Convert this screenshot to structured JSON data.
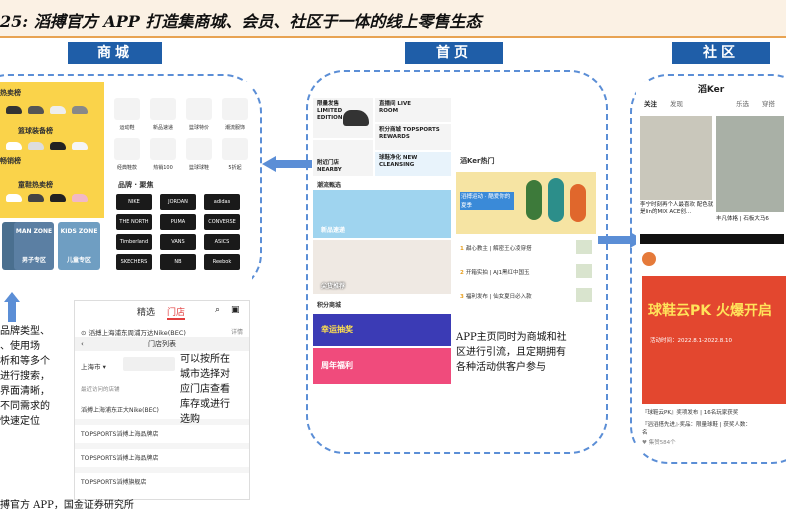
{
  "figure": {
    "title": "25: 滔搏官方 APP 打造集商城、会员、社区于一体的线上零售生态",
    "source": "搏官方 APP，国金证券研究所"
  },
  "sections": {
    "mall": "商城",
    "home": "首页",
    "community": "社区"
  },
  "colors": {
    "accent": "#1f5ea8",
    "arrow": "#5b8ed6",
    "title_bg": "#fbf1e4"
  },
  "mall_screen": {
    "rows": [
      "热卖榜",
      "篮球装备榜",
      "畅销榜",
      "童鞋热卖榜"
    ],
    "zones": [
      "MAN ZONE",
      "男子专区",
      "KIDS ZONE",
      "儿童专区"
    ],
    "categories": [
      "运动鞋",
      "新品速递",
      "篮球特价",
      "潮流服饰",
      "经典鞋款",
      "热销100",
      "篮球球鞋",
      "5折起"
    ],
    "brand_title": "品牌 · 聚焦",
    "brands": [
      "NIKE",
      "JORDAN",
      "adidas",
      "THE NORTH FACE",
      "PUMA",
      "CONVERSE",
      "Timberland",
      "VANS",
      "ASICS",
      "SKECHERS",
      "NB",
      "Reebok"
    ]
  },
  "store_screen": {
    "tab_selected": "精选",
    "tab_store": "门店",
    "location": "滔搏上海浦东周浦万达Nike(BEC)",
    "detail_label": "详情",
    "header": "门店列表",
    "city": "上海市",
    "recent_label": "最近访问的店铺",
    "stores": [
      "滔搏上海浦东正大Nike(BEC)",
      "TOPSPORTS滔搏上海品牌店",
      "TOPSPORTS滔搏上海品牌店",
      "TOPSPORTS滔搏旗舰店"
    ]
  },
  "descriptions": {
    "mall_lines": [
      "品牌类型、",
      "、使用场",
      "析和等多个",
      "进行搜索，",
      "界面清晰，",
      "不同需求的",
      "快速定位"
    ],
    "store_lines": [
      "可以按所在",
      "城市选择对",
      "应门店查看",
      "库存或进行",
      "选购"
    ],
    "home_lines": [
      "APP主页同时为商城和社",
      "区进行引流，且定期拥有",
      "各种活动供客户参与"
    ]
  },
  "home_screen": {
    "cells": [
      "限量发售 LIMITED EDITION",
      "直播间 LIVE ROOM",
      "积分商城 TOPSPORTS REWARDS",
      "附近门店 NEARBY",
      "球鞋净化 NEW CLEANSING"
    ],
    "sections": [
      "潮流甄选",
      "新品速递",
      "尖货推荐",
      "积分商城",
      "幸运抽奖",
      "周年福利"
    ]
  },
  "hot_screen": {
    "title": "滔Ker热门",
    "banner": "滔搏运动 · 酷爱你的夏季"
  },
  "hot_items": [
    {
      "rank": "1",
      "text": "甜心教主 | 解密王心凌穿搭"
    },
    {
      "rank": "2",
      "text": "开箱实拍 | AJ1黑红中国玉"
    },
    {
      "rank": "3",
      "text": "福利发布 | 仙女夏日必入款"
    }
  ],
  "community_screen": {
    "logo": "滔Ker",
    "tabs": [
      "关注",
      "发现",
      "乐选",
      "穿搭"
    ],
    "card1_caption": "李宁时刻再个人最喜欢 配色就是lin的MIX ACE创...",
    "card2_caption": "丰凡体格 | 石板大马6",
    "poster_title": "球鞋云PK 火爆开启",
    "poster_sub": "活动时间：2022.8.1-2022.8.10",
    "lines": [
      "『球鞋云PK』奖项发布 | 16名玩家获奖",
      "『滔滔搭先进』·奖品：限量球鞋 | 获奖人数：",
      "名",
      "集赞584个"
    ]
  }
}
